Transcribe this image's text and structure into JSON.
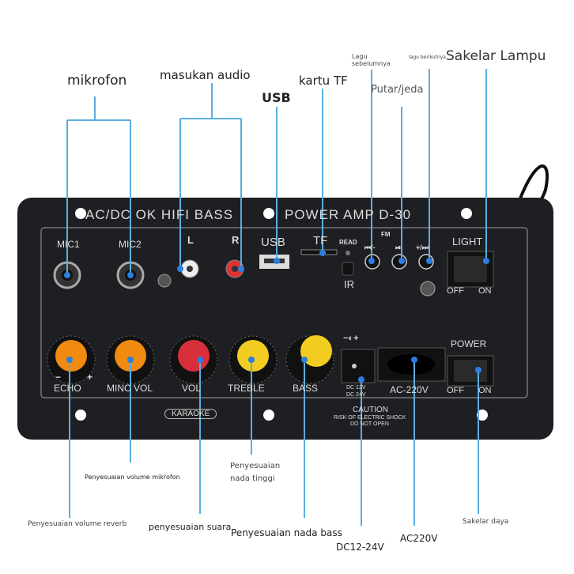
{
  "colors": {
    "leader": "#5aaee0",
    "panel": "#1e1f22",
    "orange": "#f08a10",
    "red": "#d8303a",
    "yellow": "#f2cc20"
  },
  "callouts": {
    "mic": "mikrofon",
    "audio_in": "masukan audio",
    "usb": "USB",
    "tf": "kartu TF",
    "prev": "Lagu sebelumnya",
    "play": "Putar/jeda",
    "next": "lagu berikutnya",
    "light_switch": "Sakelar Lampu",
    "treble": "Penyesuaian nada tinggi",
    "mic_vol": "Penyesuaian volume mikrofon",
    "reverb": "Penyesuaian volume reverb",
    "volume": "penyesuaian suara",
    "bass": "Penyesuaian nada bass",
    "dc": "DC12-24V",
    "ac": "AC220V",
    "power_switch": "Sakelar daya"
  },
  "panel": {
    "title": "AC/DC  OK  HIFI  BASS",
    "model": "POWER  AMP  D-30",
    "mic1": "MIC1",
    "mic2": "MIC2",
    "l": "L",
    "r": "R",
    "usb": "USB",
    "tf": "TF",
    "read": "READ",
    "ir": "IR",
    "fm": "FM",
    "prev_btn": "⏮/-",
    "play_btn": "⏯",
    "next_btn": "+/⏭",
    "light": "LIGHT",
    "off": "OFF",
    "on": "ON",
    "power": "POWER",
    "knobs": [
      "ECHO",
      "MINC VOL",
      "VOL",
      "TREBLE",
      "BASS"
    ],
    "minus": "−",
    "plus": "+",
    "dc_polarity": "−◐+",
    "dc_label1": "DC 12V",
    "dc_label2": "DC 24V",
    "ac_label": "AC-220V",
    "karaoke": "KARAOKE",
    "caution": "CAUTION",
    "caution_1": "RISK OF ELECTRIC SHOCK",
    "caution_2": "DO NOT OPEN"
  }
}
